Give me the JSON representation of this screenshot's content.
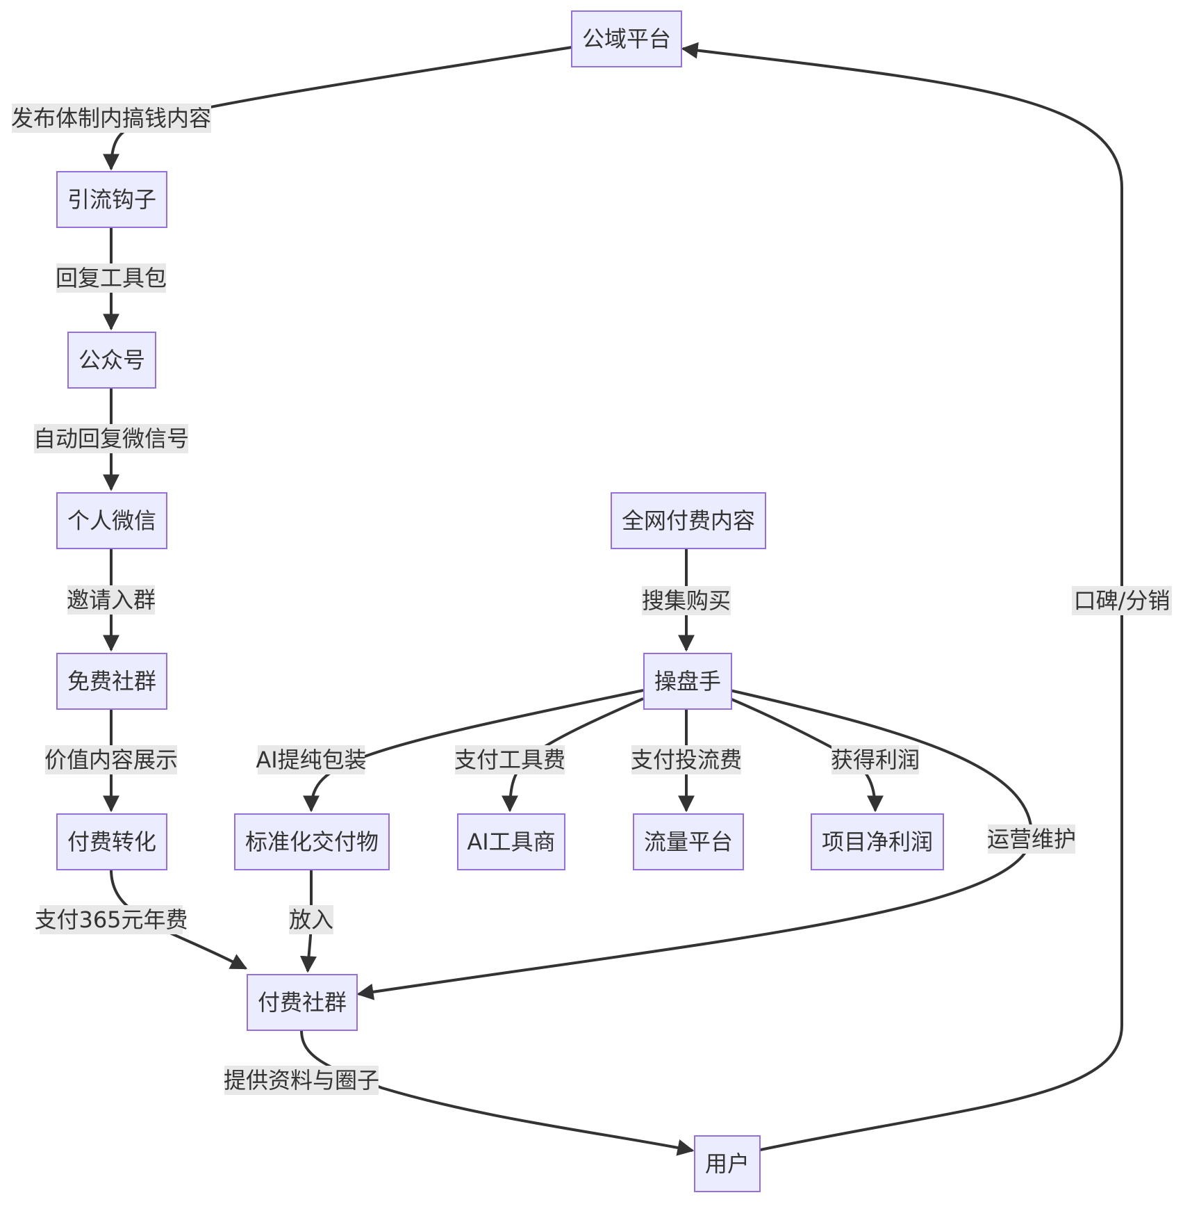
{
  "nodes": {
    "public_platform": "公域平台",
    "hook": "引流钩子",
    "official_account": "公众号",
    "personal_wechat": "个人微信",
    "free_group": "免费社群",
    "paid_conversion": "付费转化",
    "paid_group": "付费社群",
    "user": "用户",
    "all_paid_content": "全网付费内容",
    "operator": "操盘手",
    "standard_deliverable": "标准化交付物",
    "ai_vendor": "AI工具商",
    "traffic_platform": "流量平台",
    "net_profit": "项目净利润"
  },
  "edges": {
    "publish": "发布体制内搞钱内容",
    "reply_toolkit": "回复工具包",
    "auto_reply": "自动回复微信号",
    "invite": "邀请入群",
    "value_show": "价值内容展示",
    "pay_365": "支付365元年费",
    "put_in": "放入",
    "provide": "提供资料与圈子",
    "word_of_mouth": "口碑/分销",
    "collect_buy": "搜集购买",
    "ai_package": "AI提纯包装",
    "pay_tool": "支付工具费",
    "pay_traffic": "支付投流费",
    "get_profit": "获得利润",
    "operate": "运营维护"
  }
}
